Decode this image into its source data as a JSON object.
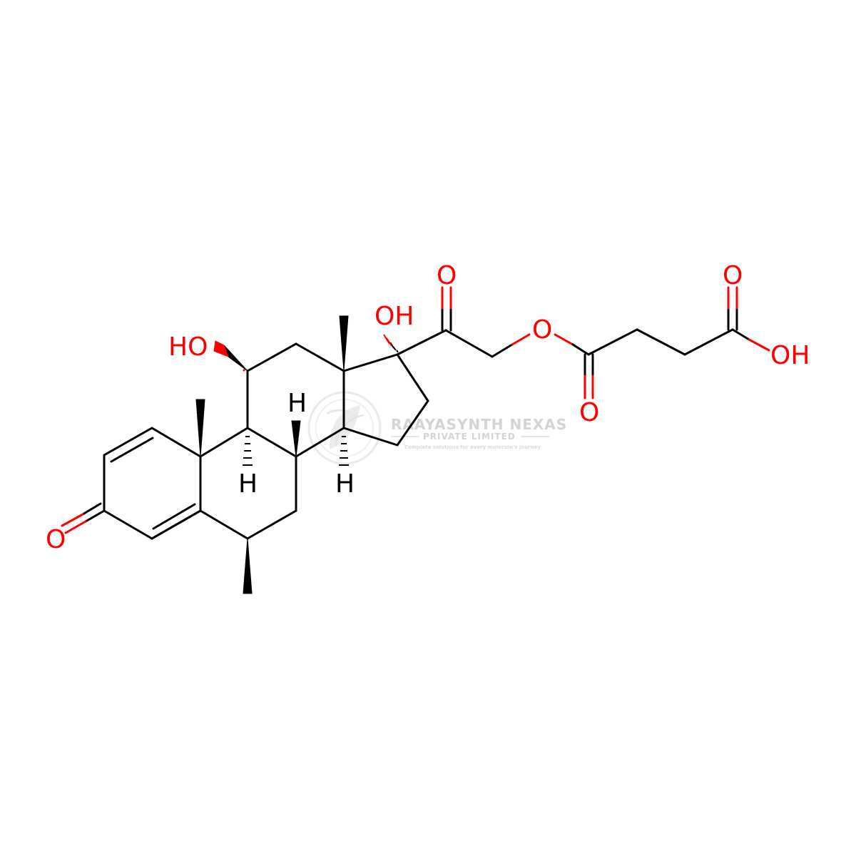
{
  "colors": {
    "bond": "#000000",
    "oxygen": "#ff0000",
    "watermark": "#d2d6d3",
    "background": "#ffffff"
  },
  "atom_labels": {
    "ketone_o": "O",
    "oh_11": "HO",
    "oh_17": "OH",
    "carbonyl_o_20": "O",
    "ester_o": "O",
    "ester_carbonyl_o": "O",
    "acid_carbonyl_o": "O",
    "acid_oh": "OH",
    "h_9": "H",
    "h_8": "H",
    "h_14": "H"
  },
  "watermark": {
    "title": "RAAYASYNTH NEXAS",
    "subtitle": "PRIVATE LIMITED",
    "tagline": "Complete solutions for every molecule's journey",
    "icon": "leaf-emblem-icon"
  }
}
